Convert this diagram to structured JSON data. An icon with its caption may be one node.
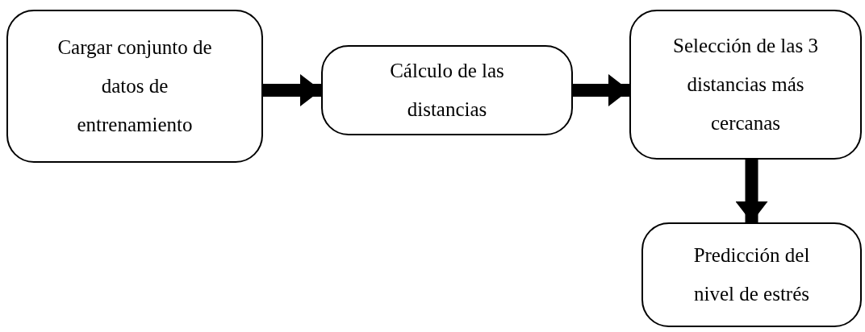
{
  "diagram": {
    "nodes": [
      {
        "text": [
          "Cargar conjunto de datos de entrenamiento"
        ]
      },
      {
        "text": [
          "Cálculo de las distancias"
        ]
      },
      {
        "text": [
          "Selección de las 3 distancias más cercanas"
        ]
      },
      {
        "text": [
          "Predicción del nivel de estrés"
        ]
      }
    ],
    "edges": [
      {
        "from": 0,
        "to": 1,
        "arrow": "to"
      },
      {
        "from": 1,
        "to": 2,
        "arrow": "to"
      },
      {
        "from": 2,
        "to": 3,
        "arrow": "to"
      }
    ]
  }
}
